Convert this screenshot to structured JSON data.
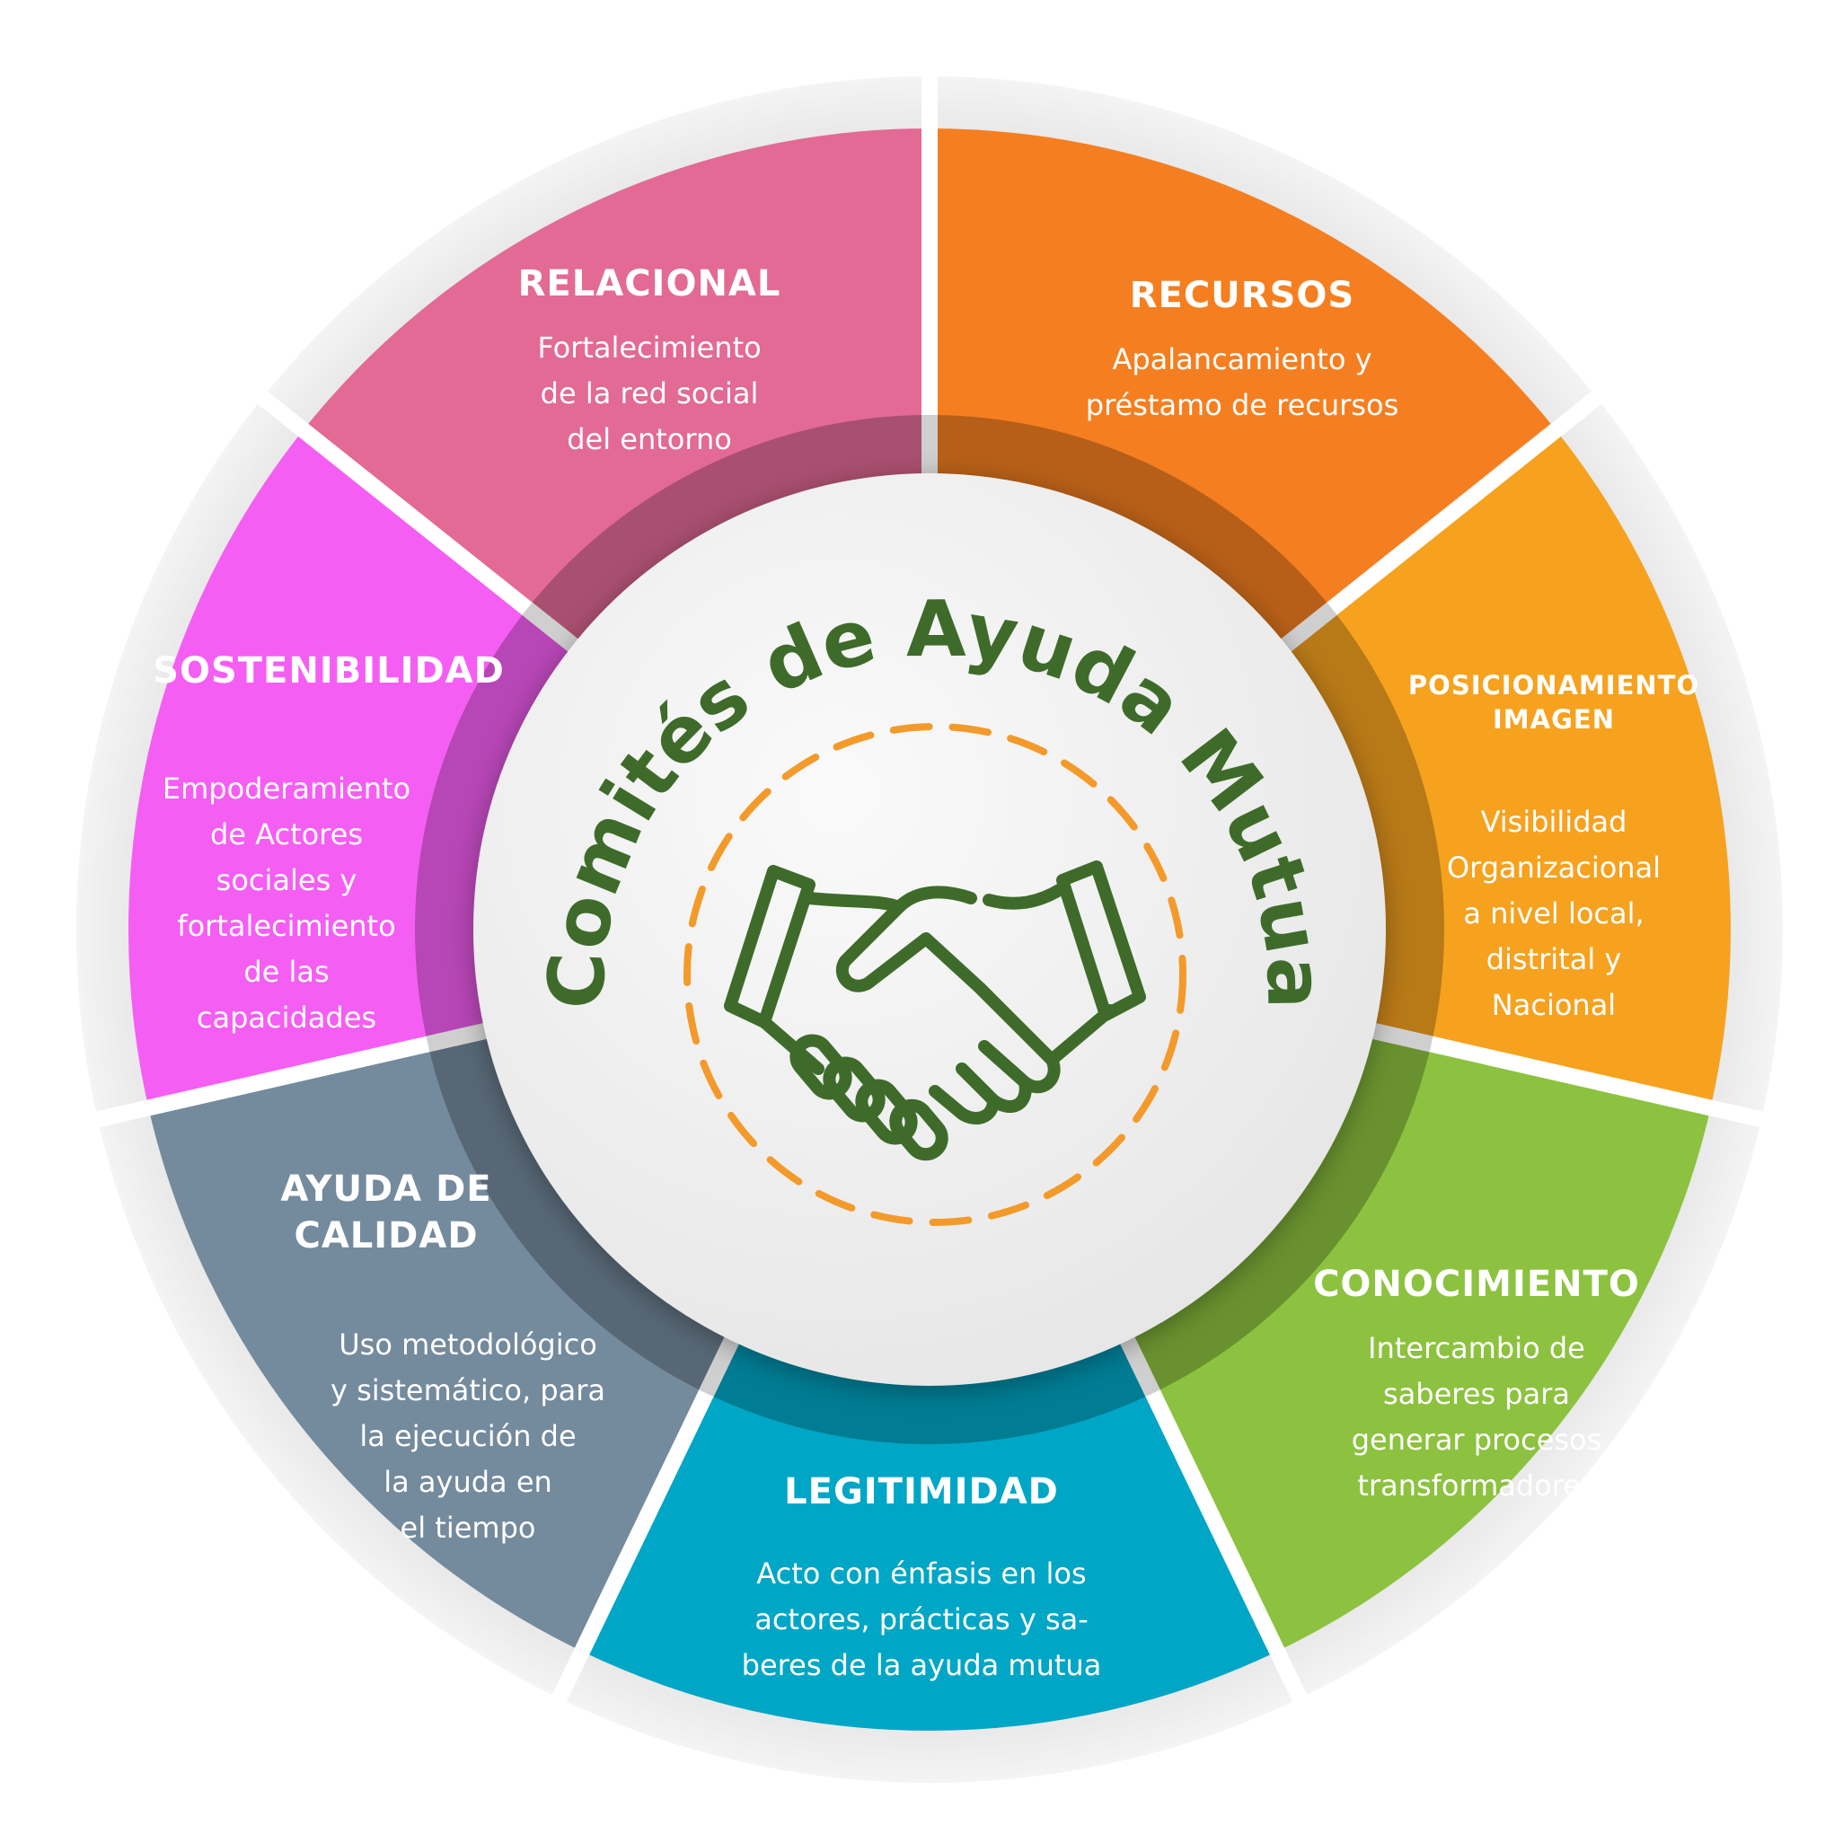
{
  "center": {
    "title": "Comités de Ayuda Mutua",
    "title_color": "#3E6B2A",
    "dash_color": "#F39A2B",
    "icon": "handshake-icon"
  },
  "segments": [
    {
      "id": "relacional",
      "title": "RELACIONAL",
      "body": [
        "Fortalecimiento",
        "de la red social",
        "del entorno"
      ],
      "color": "#F57F20"
    },
    {
      "id": "recursos",
      "title": "RECURSOS",
      "body": [
        "Apalancamiento y",
        "préstamo de recursos"
      ],
      "color": "#F6A21F"
    },
    {
      "id": "posicionamiento",
      "title": "POSICIONAMIENTO IMAGEN",
      "title_lines": [
        "POSICIONAMIENTO",
        "IMAGEN"
      ],
      "body": [
        "Visibilidad",
        "Organizacional",
        "a nivel local,",
        "distrital y",
        "Nacional"
      ],
      "color": "#8CC23F"
    },
    {
      "id": "conocimiento",
      "title": "CONOCIMIENTO",
      "body": [
        "Intercambio de",
        "saberes para",
        "generar procesos",
        "transformadores"
      ],
      "color": "#00A6C5"
    },
    {
      "id": "legitimidad",
      "title": "LEGITIMIDAD",
      "body": [
        "Acto con énfasis en los",
        "actores, prácticas y sa-",
        "beres de la ayuda mutua"
      ],
      "color": "#748A9D"
    },
    {
      "id": "ayuda-calidad",
      "title": "AYUDA DE CALIDAD",
      "title_lines": [
        "AYUDA DE",
        "CALIDAD"
      ],
      "body": [
        "Uso metodológico",
        "y sistemático, para",
        "la ejecución de",
        "la ayuda en",
        "el tiempo"
      ],
      "color": "#F55EF3"
    },
    {
      "id": "sostenibilidad",
      "title": "SOSTENIBILIDAD",
      "body": [
        "Empoderamiento",
        "de Actores",
        "sociales y",
        "fortalecimiento",
        "de las",
        "capacidades"
      ],
      "color": "#E26A94"
    }
  ]
}
